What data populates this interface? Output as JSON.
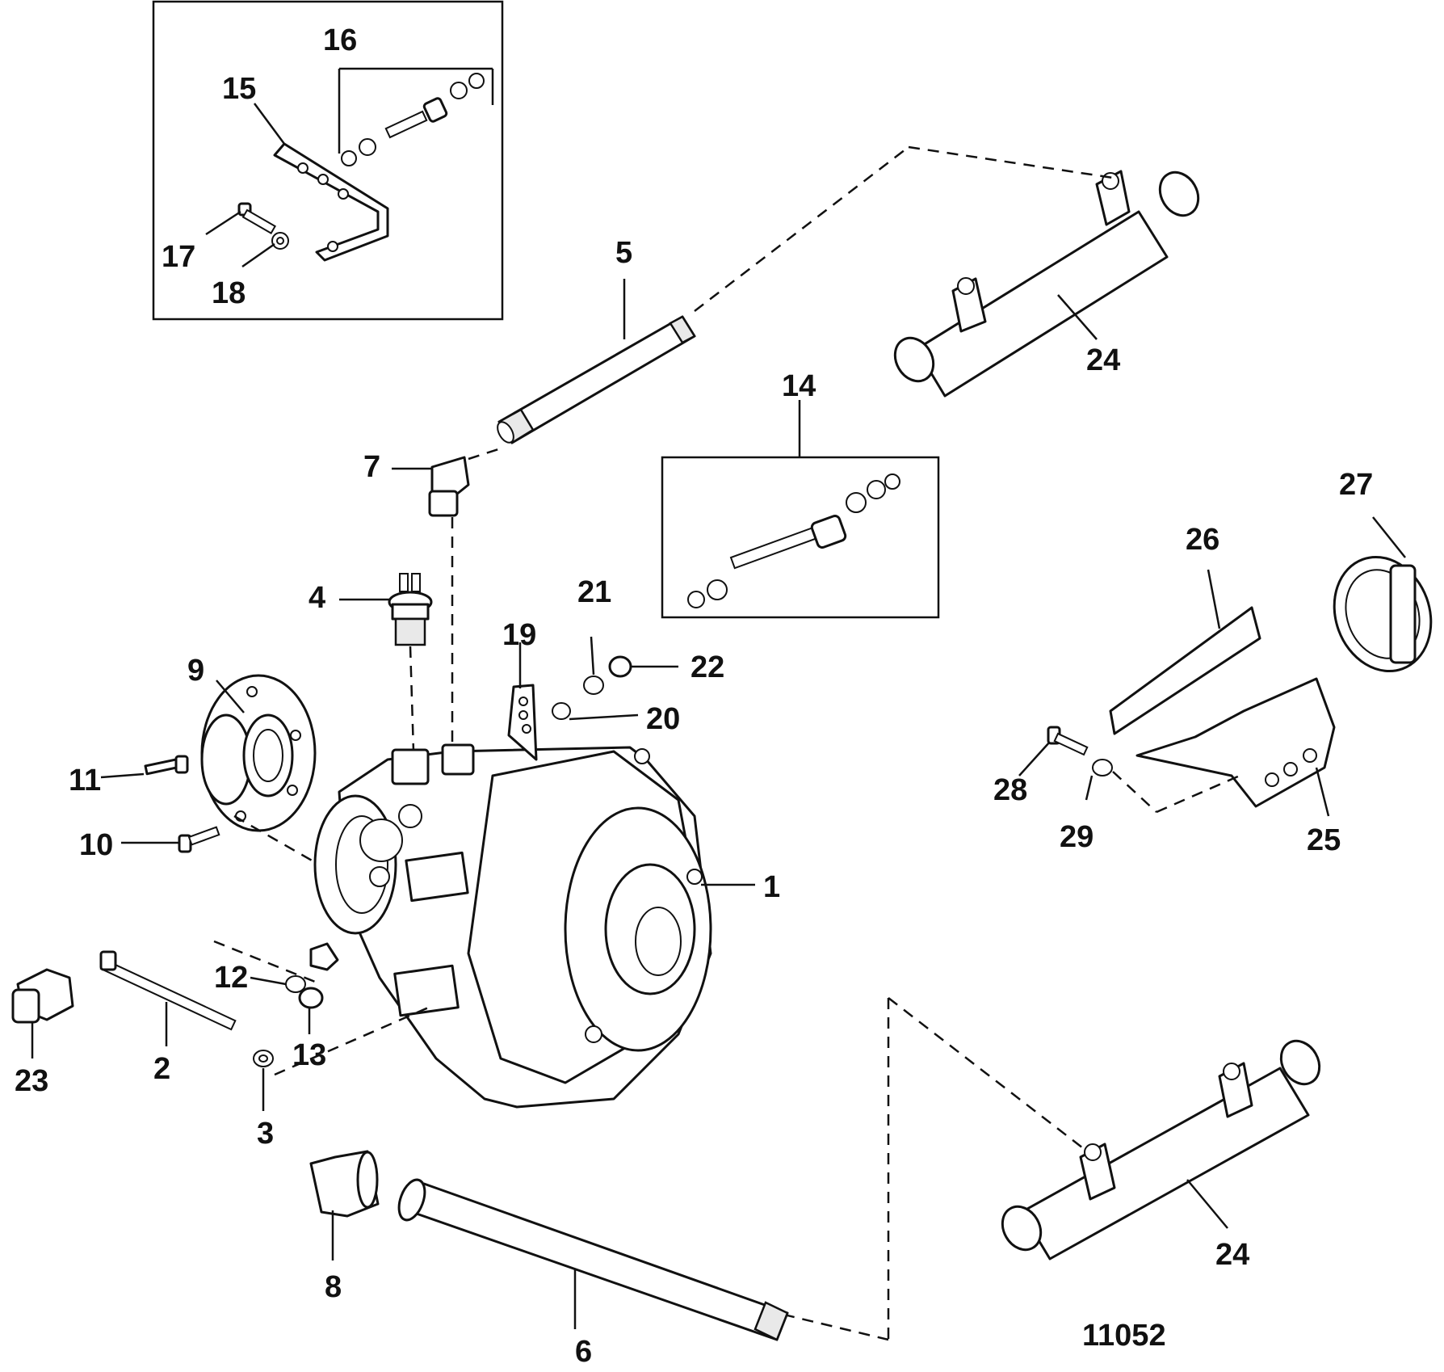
{
  "figure_id": "11052",
  "callouts": {
    "c1": "1",
    "c2": "2",
    "c3": "3",
    "c4": "4",
    "c5": "5",
    "c6": "6",
    "c7": "7",
    "c8": "8",
    "c9": "9",
    "c10": "10",
    "c11": "11",
    "c12": "12",
    "c13": "13",
    "c14": "14",
    "c15": "15",
    "c16": "16",
    "c17": "17",
    "c18": "18",
    "c19": "19",
    "c20": "20",
    "c21": "21",
    "c22": "22",
    "c23": "23",
    "c24a": "24",
    "c24b": "24",
    "c25": "25",
    "c26": "26",
    "c27": "27",
    "c28": "28",
    "c29": "29"
  }
}
